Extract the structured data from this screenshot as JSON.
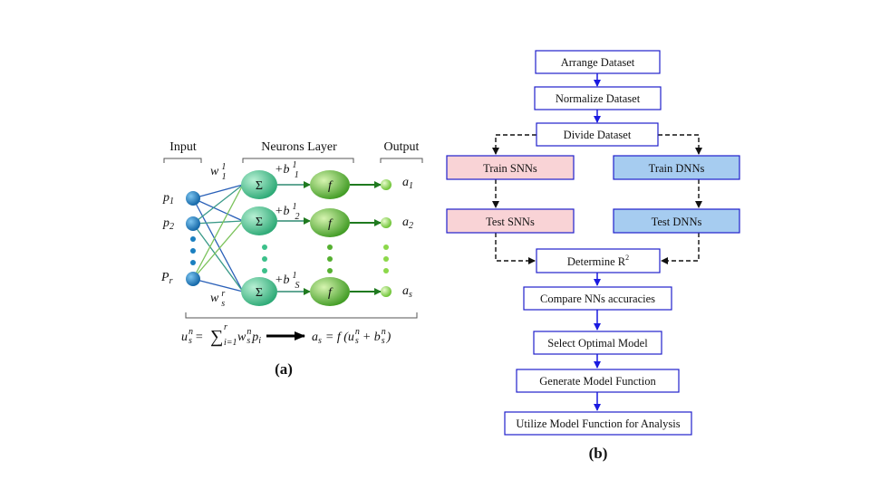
{
  "panel_a": {
    "headers": {
      "input": "Input",
      "layer": "Neurons Layer",
      "output": "Output"
    },
    "inputs": [
      {
        "p": "p",
        "sub": "1"
      },
      {
        "p": "p",
        "sub": "2"
      },
      {
        "p": "P",
        "sub": "r"
      }
    ],
    "weights": {
      "top": {
        "w": "w",
        "sup": "1",
        "sub": "1"
      },
      "bottom": {
        "w": "w",
        "sup": "r",
        "sub": "s"
      }
    },
    "biases": [
      {
        "b": "+b",
        "sup": "1",
        "sub": "1"
      },
      {
        "b": "+b",
        "sup": "1",
        "sub": "2"
      },
      {
        "b": "+b",
        "sup": "1",
        "sub": "S"
      }
    ],
    "sum_symbol": "Σ",
    "activation_symbol": "f",
    "outputs": [
      {
        "a": "a",
        "sub": "1"
      },
      {
        "a": "a",
        "sub": "2"
      },
      {
        "a": "a",
        "sub": "s"
      }
    ],
    "equation": {
      "lhs_u": "u",
      "lhs_sub": "s",
      "lhs_sup": "n",
      "eq": "=",
      "sum": "∑",
      "sum_top": "r",
      "sum_bottom": "i=1",
      "w": "w",
      "w_sub": "s",
      "w_sup": "n",
      "p": "p",
      "p_sub": "i",
      "rhs_a": "a",
      "rhs_sub": "s",
      "rhs_text": "= f (u",
      "rhs_u_sub": "s",
      "rhs_u_sup": "n",
      "plus_b": "+ b",
      "b_sub": "s",
      "b_sup": "n",
      "close": ")"
    },
    "caption": "(a)",
    "colors": {
      "input_node": "#1a7fc0",
      "sum_node": "#3cc08a",
      "act_node": "#55b030",
      "output_node": "#8cd84a"
    }
  },
  "panel_b": {
    "steps": {
      "arrange": "Arrange Dataset",
      "normalize": "Normalize Dataset",
      "divide": "Divide Dataset",
      "train_snn": "Train SNNs",
      "train_dnn": "Train DNNs",
      "test_snn": "Test SNNs",
      "test_dnn": "Test DNNs",
      "determine": "Determine R",
      "determine_sup": "2",
      "compare": "Compare NNs accuracies",
      "select": "Select Optimal Model",
      "generate": "Generate Model Function",
      "utilize": "Utilize Model Function for Analysis"
    },
    "caption": "(b)",
    "colors": {
      "snn_fill": "#f9d3d6",
      "dnn_fill": "#a6ccf0",
      "border": "#2020cc"
    }
  }
}
